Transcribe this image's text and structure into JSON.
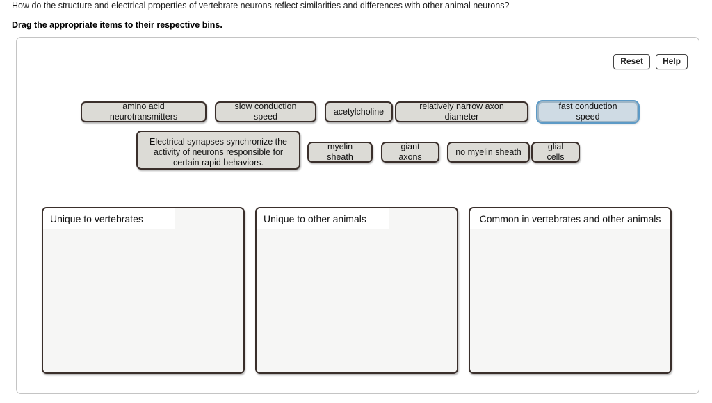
{
  "question": {
    "prompt": "How do the structure and electrical properties of vertebrate neurons reflect similarities and differences with other animal neurons?",
    "instruction": "Drag the appropriate items to their respective bins."
  },
  "toolbar": {
    "reset_label": "Reset",
    "help_label": "Help"
  },
  "colors": {
    "item_fill": "#dcdbd6",
    "item_border": "#3a2f2b",
    "selected_fill": "#cfdbe4",
    "selected_ring": "#5d9ac6",
    "bin_body": "#f6f6f5",
    "bin_header": "#ffffff",
    "panel_border": "#c4c4c4"
  },
  "items": [
    {
      "label": "amino acid neurotransmitters",
      "selected": false,
      "multiline": false
    },
    {
      "label": "slow conduction speed",
      "selected": false,
      "multiline": false
    },
    {
      "label": "acetylcholine",
      "selected": false,
      "multiline": false
    },
    {
      "label": "relatively narrow axon diameter",
      "selected": false,
      "multiline": false
    },
    {
      "label": "fast conduction speed",
      "selected": true,
      "multiline": false
    },
    {
      "label": "Electrical synapses synchronize the activity of neurons responsible for certain rapid behaviors.",
      "selected": false,
      "multiline": true
    },
    {
      "label": "myelin sheath",
      "selected": false,
      "multiline": false
    },
    {
      "label": "giant axons",
      "selected": false,
      "multiline": false
    },
    {
      "label": "no myelin sheath",
      "selected": false,
      "multiline": false
    },
    {
      "label": "glial cells",
      "selected": false,
      "multiline": false
    }
  ],
  "bins": [
    {
      "title": "Unique to vertebrates",
      "align": "left",
      "contents": []
    },
    {
      "title": "Unique to other animals",
      "align": "left",
      "contents": []
    },
    {
      "title": "Common in vertebrates and other animals",
      "align": "center",
      "contents": []
    }
  ]
}
